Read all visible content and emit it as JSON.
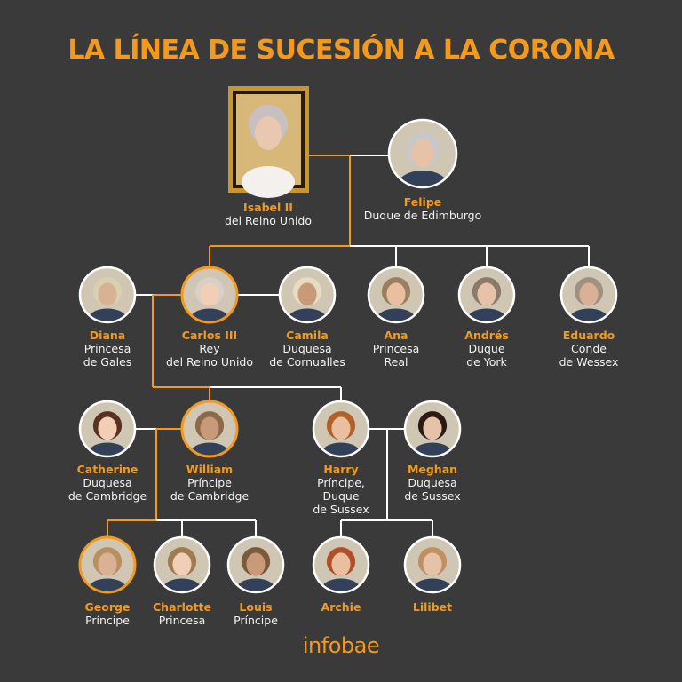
{
  "title": "LA LÍNEA DE SUCESIÓN A LA CORONA",
  "brand": "infobae",
  "colors": {
    "background": "#3a3a3a",
    "accent": "#f39a1e",
    "line": "#ffffff"
  },
  "people": {
    "isabel": {
      "name": "Isabel II",
      "role": [
        "del Reino Unido"
      ]
    },
    "felipe": {
      "name": "Felipe",
      "role": [
        "Duque de Edimburgo"
      ]
    },
    "diana": {
      "name": "Diana",
      "role": [
        "Princesa",
        "de Gales"
      ]
    },
    "carlos": {
      "name": "Carlos III",
      "role": [
        "Rey",
        "del Reino Unido"
      ]
    },
    "camila": {
      "name": "Camila",
      "role": [
        "Duquesa",
        "de Cornualles"
      ]
    },
    "ana": {
      "name": "Ana",
      "role": [
        "Princesa",
        "Real"
      ]
    },
    "andres": {
      "name": "Andrés",
      "role": [
        "Duque",
        "de York"
      ]
    },
    "eduardo": {
      "name": "Eduardo",
      "role": [
        "Conde",
        "de Wessex"
      ]
    },
    "catherine": {
      "name": "Catherine",
      "role": [
        "Duquesa",
        "de Cambridge"
      ]
    },
    "william": {
      "name": "William",
      "role": [
        "Príncipe",
        "de Cambridge"
      ]
    },
    "harry": {
      "name": "Harry",
      "role": [
        "Príncipe,",
        "Duque",
        "de Sussex"
      ]
    },
    "meghan": {
      "name": "Meghan",
      "role": [
        "Duquesa",
        "de Sussex"
      ]
    },
    "george": {
      "name": "George",
      "role": [
        "Príncipe"
      ]
    },
    "charlotte": {
      "name": "Charlotte",
      "role": [
        "Princesa"
      ]
    },
    "louis": {
      "name": "Louis",
      "role": [
        "Príncipe"
      ]
    },
    "archie": {
      "name": "Archie",
      "role": []
    },
    "lilibet": {
      "name": "Lilibet",
      "role": []
    }
  }
}
